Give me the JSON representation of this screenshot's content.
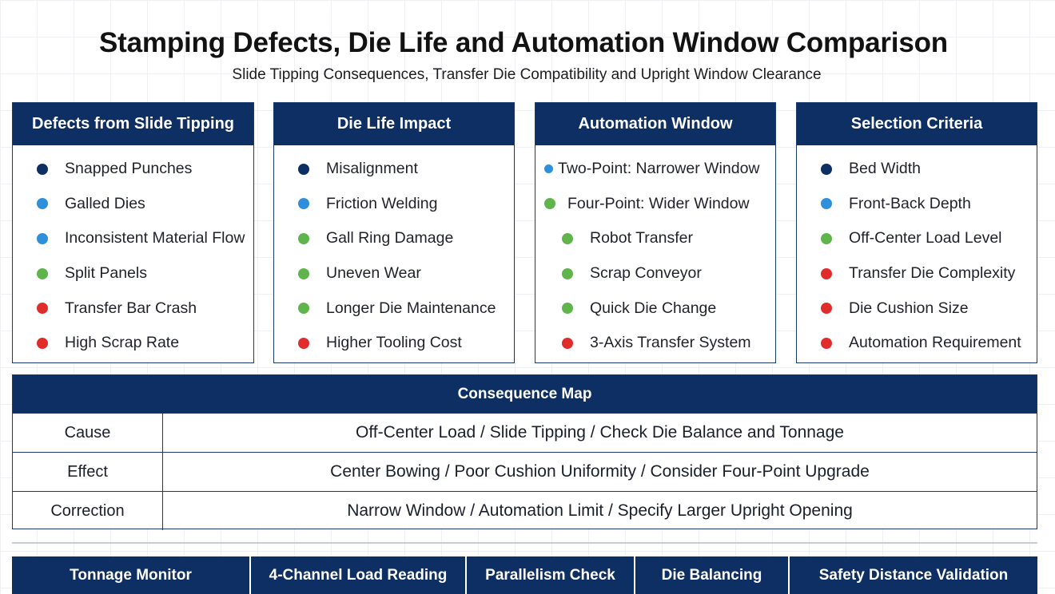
{
  "title": "Stamping Defects, Die Life and Automation Window Comparison",
  "subtitle": "Slide Tipping Consequences, Transfer Die Compatibility and Upright Window Clearance",
  "colors": {
    "navy": "#0e2f63",
    "blue": "#2e8fda",
    "green": "#5fb54c",
    "red": "#e12c2c"
  },
  "panels": [
    {
      "title": "Defects from Slide Tipping",
      "items": [
        {
          "label": "Snapped Punches",
          "color": "navy"
        },
        {
          "label": "Galled Dies",
          "color": "blue"
        },
        {
          "label": "Inconsistent Material Flow",
          "color": "blue"
        },
        {
          "label": "Split Panels",
          "color": "green"
        },
        {
          "label": "Transfer Bar Crash",
          "color": "red"
        },
        {
          "label": "High Scrap Rate",
          "color": "red"
        }
      ]
    },
    {
      "title": "Die Life Impact",
      "items": [
        {
          "label": "Misalignment",
          "color": "navy"
        },
        {
          "label": "Friction Welding",
          "color": "blue"
        },
        {
          "label": "Gall Ring Damage",
          "color": "green"
        },
        {
          "label": "Uneven Wear",
          "color": "green"
        },
        {
          "label": "Longer Die Maintenance",
          "color": "green"
        },
        {
          "label": "Higher Tooling Cost",
          "color": "red"
        }
      ]
    },
    {
      "title": "Automation Window",
      "items": [
        {
          "label": "Two-Point: Narrower Window",
          "color": "blue"
        },
        {
          "label": "Four-Point: Wider Window",
          "color": "green"
        },
        {
          "label": "Robot Transfer",
          "color": "green"
        },
        {
          "label": "Scrap Conveyor",
          "color": "green"
        },
        {
          "label": "Quick Die Change",
          "color": "green"
        },
        {
          "label": "3-Axis Transfer System",
          "color": "red"
        }
      ]
    },
    {
      "title": "Selection Criteria",
      "items": [
        {
          "label": "Bed Width",
          "color": "navy"
        },
        {
          "label": "Front-Back Depth",
          "color": "blue"
        },
        {
          "label": "Off-Center Load Level",
          "color": "green"
        },
        {
          "label": "Transfer Die Complexity",
          "color": "red"
        },
        {
          "label": "Die Cushion Size",
          "color": "red"
        },
        {
          "label": "Automation Requirement",
          "color": "red"
        }
      ]
    }
  ],
  "consequence_map": {
    "title": "Consequence Map",
    "rows": [
      {
        "key": "Cause",
        "value": "Off-Center Load / Slide Tipping / Check Die Balance and Tonnage"
      },
      {
        "key": "Effect",
        "value": "Center Bowing / Poor Cushion Uniformity / Consider Four-Point Upgrade"
      },
      {
        "key": "Correction",
        "value": "Narrow Window / Automation Limit / Specify Larger Upright Opening"
      }
    ]
  },
  "footer": [
    "Tonnage Monitor",
    "4-Channel Load Reading",
    "Parallelism Check",
    "Die Balancing",
    "Safety Distance Validation"
  ]
}
